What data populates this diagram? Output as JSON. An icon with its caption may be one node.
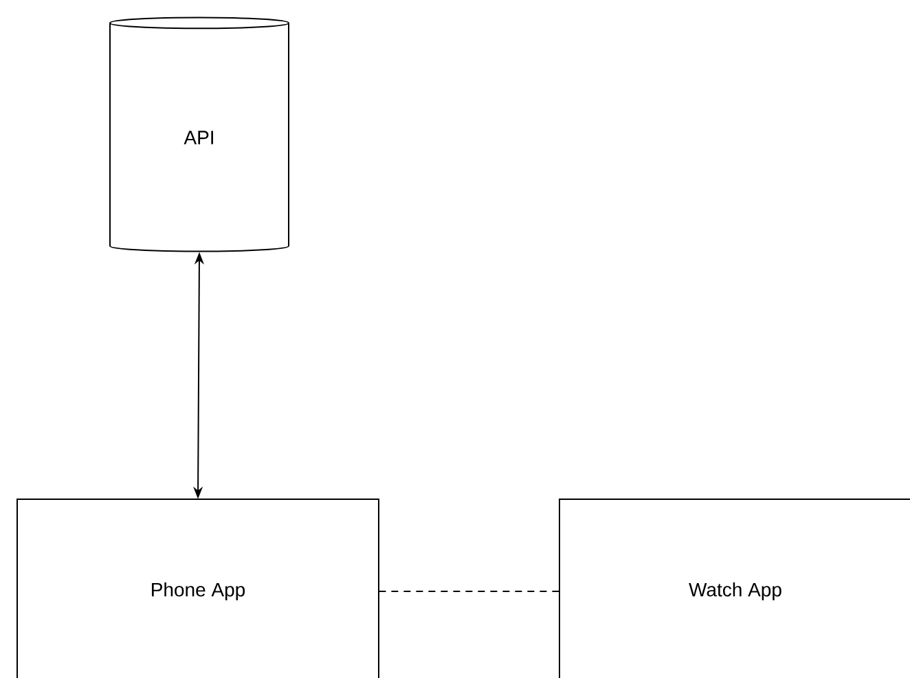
{
  "diagram": {
    "nodes": [
      {
        "text": [
          "API"
        ]
      },
      {
        "text": [
          "Phone App"
        ]
      },
      {
        "text": [
          "Watch App"
        ]
      }
    ],
    "edges": [
      {
        "from": 0,
        "to": 1,
        "arrow": "both"
      },
      {
        "from": 1,
        "to": 2,
        "arrow": "none",
        "style": "dashed"
      }
    ]
  }
}
